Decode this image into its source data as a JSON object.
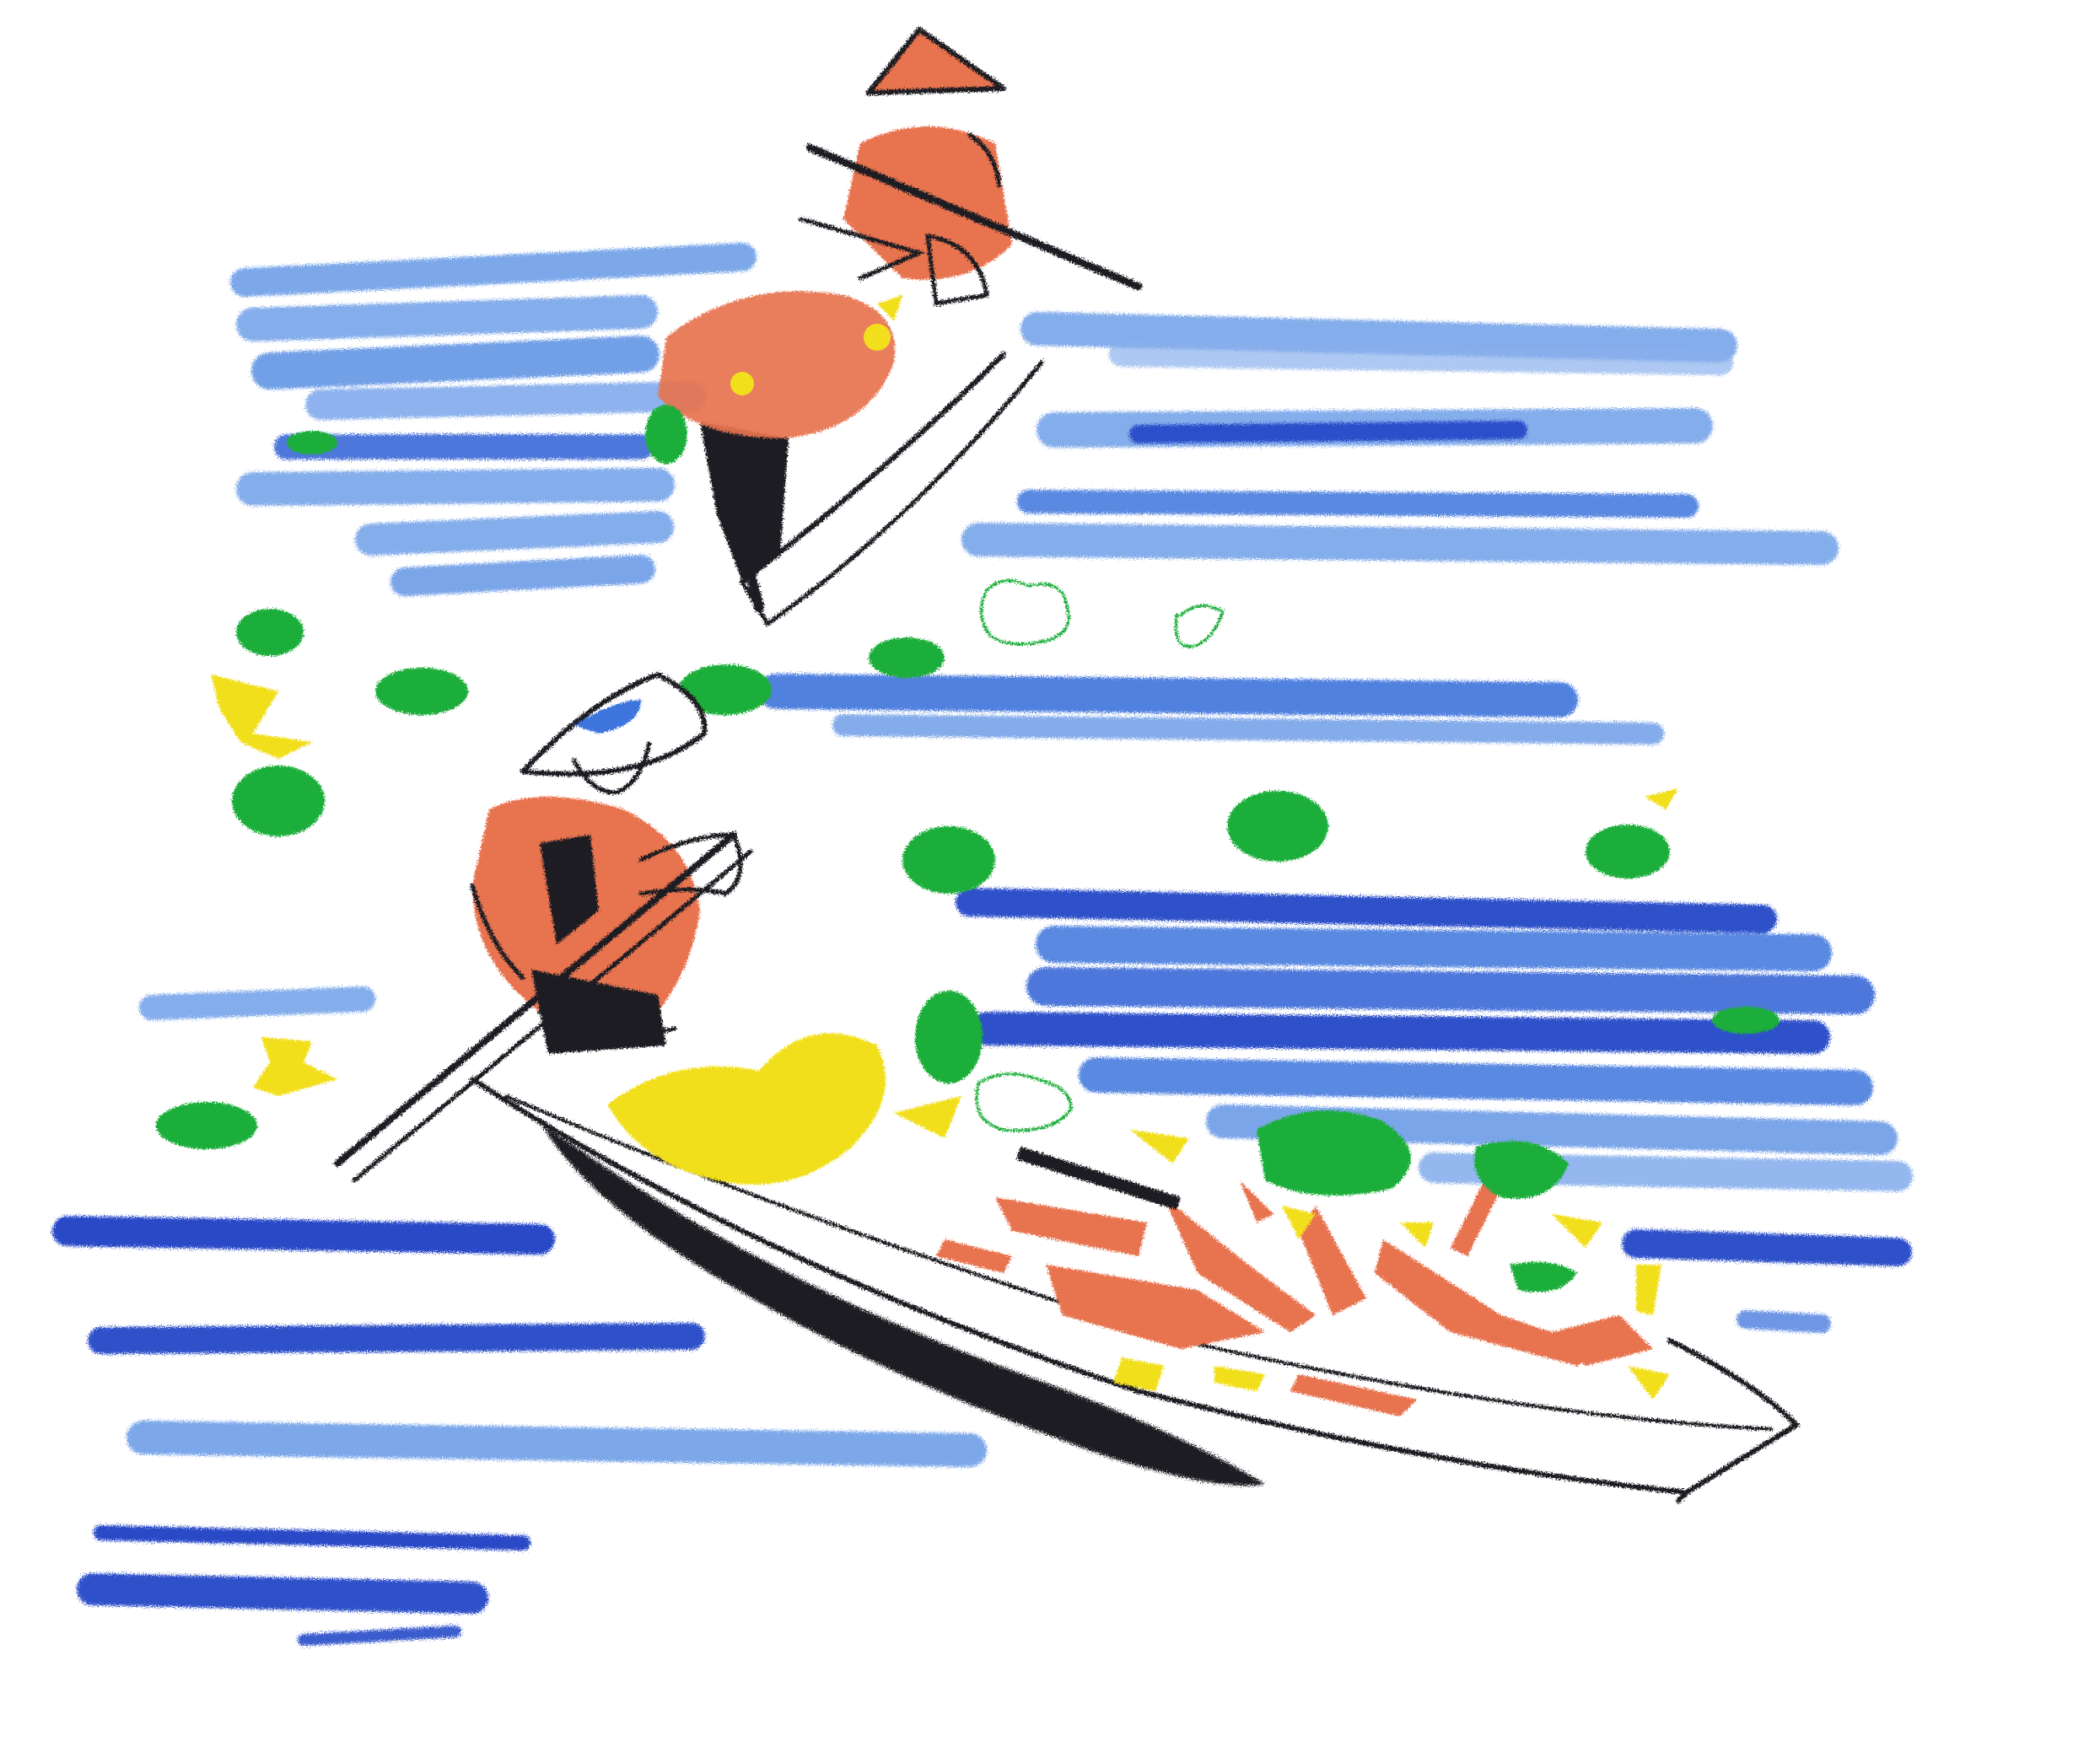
{
  "scene": {
    "palette": {
      "water_light": "#6f9fe8",
      "water_mid": "#3d74dc",
      "water_dark": "#1a3fc4",
      "leaf_green": "#1fae3a",
      "flower_yellow": "#f2df1c",
      "clothing_orange": "#e8734f",
      "ink_black": "#1f1f22",
      "background": "#ffffff"
    },
    "boats": [
      {
        "id": "upper-boat",
        "rower": "rower-with-pole"
      },
      {
        "id": "lower-boat",
        "rower": "rower-with-oar",
        "cargo": "flowers-and-produce"
      }
    ]
  }
}
